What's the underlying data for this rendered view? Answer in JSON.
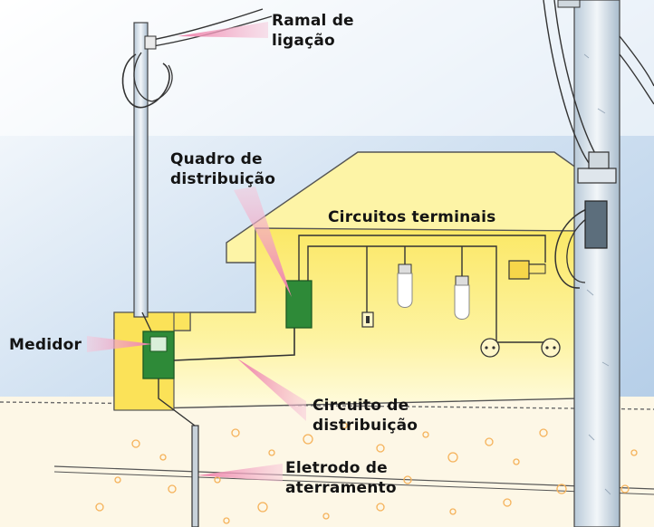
{
  "labels": {
    "ramal": "Ramal de\nligação",
    "quadro": "Quadro de\ndistribuição",
    "circuitos_terminais": "Circuitos terminais",
    "medidor": "Medidor",
    "circuito_distribuicao": "Circuito de\ndistribuição",
    "eletrodo": "Eletrodo de\naterramento"
  },
  "colors": {
    "sky": "#c9dcef",
    "wall": "#fbf08a",
    "roof": "#fdf4a6",
    "ground": "#fdf6e2",
    "meter": "#2e8a38",
    "pointer": "#f08cb0",
    "line": "#333333"
  }
}
